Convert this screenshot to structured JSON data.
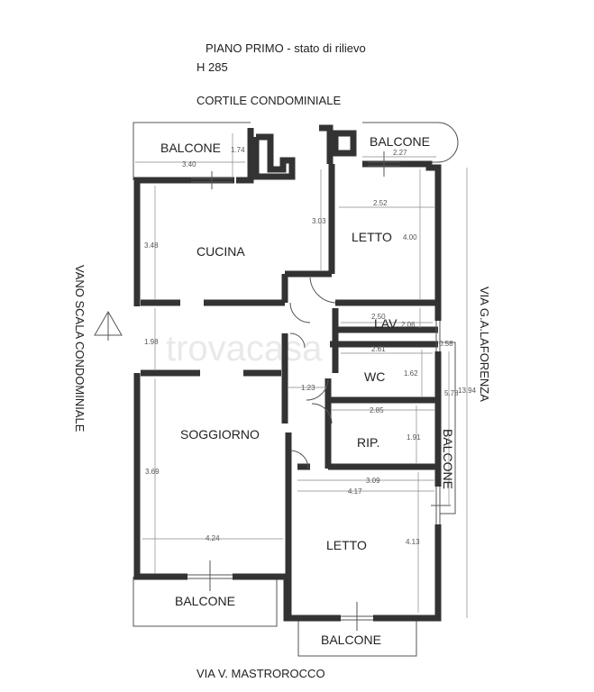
{
  "header": {
    "title": "PIANO PRIMO - stato di rilievo",
    "height": "H 285",
    "north_label": "CORTILE CONDOMINIALE"
  },
  "streets": {
    "bottom": "VIA V. MASTROROCCO",
    "right": "VIA G.A.LAFORENZA",
    "left": "VANO SCALA CONDOMINIALE"
  },
  "watermark": "trovacasa",
  "rooms": {
    "cucina": "CUCINA",
    "letto_top": "LETTO",
    "lav": "LAV.",
    "wc": "WC",
    "rip": "RIP.",
    "soggiorno": "SOGGIORNO",
    "letto_bottom": "LETTO"
  },
  "balconies": {
    "top_left": "BALCONE",
    "top_right": "BALCONE",
    "right": "BALCONE",
    "bottom_left": "BALCONE",
    "bottom_right": "BALCONE"
  },
  "dimensions": {
    "d_340": "3.40",
    "d_174": "1.74",
    "d_227": "2.27",
    "d_348": "3.48",
    "d_303": "3.03",
    "d_252": "2.52",
    "d_400": "4.00",
    "d_250": "2.50",
    "d_206": "2.06",
    "d_261": "2.61",
    "d_058": "0.58",
    "d_198": "1.98",
    "d_162": "1.62",
    "d_123": "1.23",
    "d_1394": "13.94",
    "d_285": "2.85",
    "d_578": "5.78",
    "d_191": "1.91",
    "d_369": "3.69",
    "d_309": "3.09",
    "d_417": "4.17",
    "d_424": "4.24",
    "d_413": "4.13"
  }
}
